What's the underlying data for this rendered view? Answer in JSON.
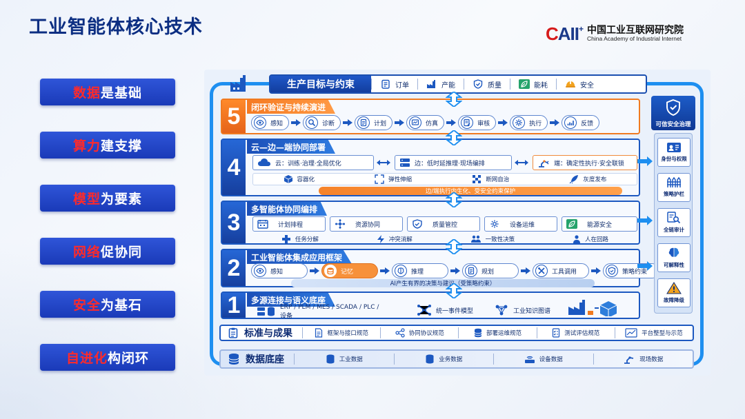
{
  "slide": {
    "title": "工业智能体核心技术",
    "logo_mark_c": "C",
    "logo_mark_rest": "AII",
    "logo_mark_plus": "+",
    "logo_cn": "中国工业互联网研究院",
    "logo_en": "China Academy of Industrial Internet"
  },
  "pillars": [
    {
      "hl": "数据",
      "rest": "是基础"
    },
    {
      "hl": "算力",
      "rest": "建支撑"
    },
    {
      "hl": "模型",
      "rest": "为要素"
    },
    {
      "hl": "网络",
      "rest": "促协同"
    },
    {
      "hl": "安全",
      "rest": "为基石"
    },
    {
      "hl": "自进化",
      "rest": "构闭环"
    }
  ],
  "header": {
    "title": "生产目标与约束",
    "items": [
      {
        "label": "订单",
        "icon": "clipboard-icon"
      },
      {
        "label": "产能",
        "icon": "factory-icon"
      },
      {
        "label": "质量",
        "icon": "shield-check-icon"
      },
      {
        "label": "能耗",
        "icon": "leaf-icon"
      },
      {
        "label": "安全",
        "icon": "helmet-icon"
      }
    ]
  },
  "layer5": {
    "num": "5",
    "title": "闭环验证与持续演进",
    "steps": [
      "感知",
      "诊断",
      "计划",
      "仿真",
      "审核",
      "执行",
      "反馈"
    ]
  },
  "layer4": {
    "num": "4",
    "title": "云—边—端协同部署",
    "cloud": "云：训练·治理·全局优化",
    "edge": "边：低时延推理·现场编排",
    "end": "端：确定性执行·安全联锁",
    "features": [
      "容器化",
      "弹性伸缩",
      "断网自治",
      "灰度发布"
    ],
    "banner": "边/端执行内生化、受安全约束保护"
  },
  "layer3": {
    "num": "3",
    "title": "多智能体协同编排",
    "modules": [
      "计划排程",
      "资源协同",
      "质量管控",
      "设备运维",
      "能源安全"
    ],
    "mechanisms": [
      "任务分解",
      "冲突消解",
      "一致性决策",
      "人在回路"
    ]
  },
  "layer2": {
    "num": "2",
    "title": "工业智能体集成应用框架",
    "steps": [
      "感知",
      "记忆",
      "推理",
      "规划",
      "工具调用",
      "策略约束"
    ],
    "banner": "AI产生有界的决策与建议（受策略约束）"
  },
  "layer1": {
    "num": "1",
    "title": "多源连接与语义底座",
    "systems": "ERP / PLM / MES / SCADA / PLC / 设备",
    "event_model": "统一事件模型",
    "knowledge_graph": "工业知识图谱"
  },
  "standards": {
    "title": "标准与成果",
    "items": [
      "框架与接口规范",
      "协同协议规范",
      "部署运维规范",
      "测试评估规范",
      "平台整型与示范"
    ]
  },
  "database": {
    "title": "数据底座",
    "items": [
      "工业数据",
      "业务数据",
      "设备数据",
      "现场数据"
    ]
  },
  "governance": {
    "title": "可信安全治理",
    "items": [
      "身份与权限",
      "策略护栏",
      "全链审计",
      "可解释性",
      "故障降级"
    ]
  },
  "colors": {
    "primary": "#1c58c0",
    "accent_orange": "#f57a22",
    "loop_blue": "#1e8ff0",
    "pill_blue": "#1a3ab8",
    "highlight_red": "#ff2a2a"
  }
}
